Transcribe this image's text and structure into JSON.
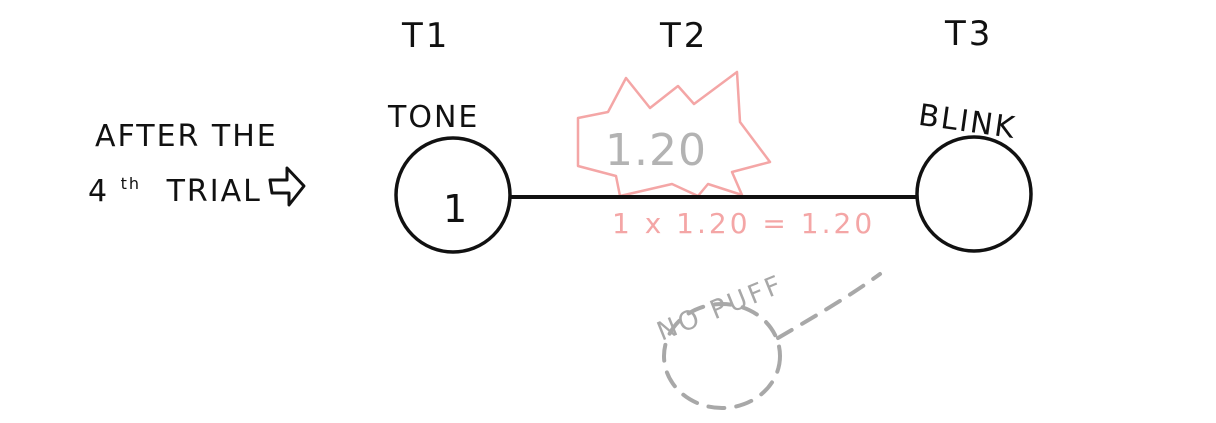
{
  "time_labels": {
    "t1": "T1",
    "t2": "T2",
    "t3": "T3"
  },
  "note": {
    "line1": "AFTER THE",
    "line2_prefix": "4",
    "line2_sup": "th",
    "line2_rest": "TRIAL"
  },
  "nodes": {
    "tone": {
      "label": "TONE",
      "value": "1"
    },
    "blink": {
      "label": "BLINK",
      "value": ""
    }
  },
  "edge": {
    "burst_value": "1.20",
    "calculation": "1 x 1.20 = 1.20"
  },
  "no_puff": {
    "label": "NO PUFF"
  },
  "colors": {
    "ink": "#111111",
    "burst": "#f4a6a6",
    "muted": "#a8a8a8"
  }
}
